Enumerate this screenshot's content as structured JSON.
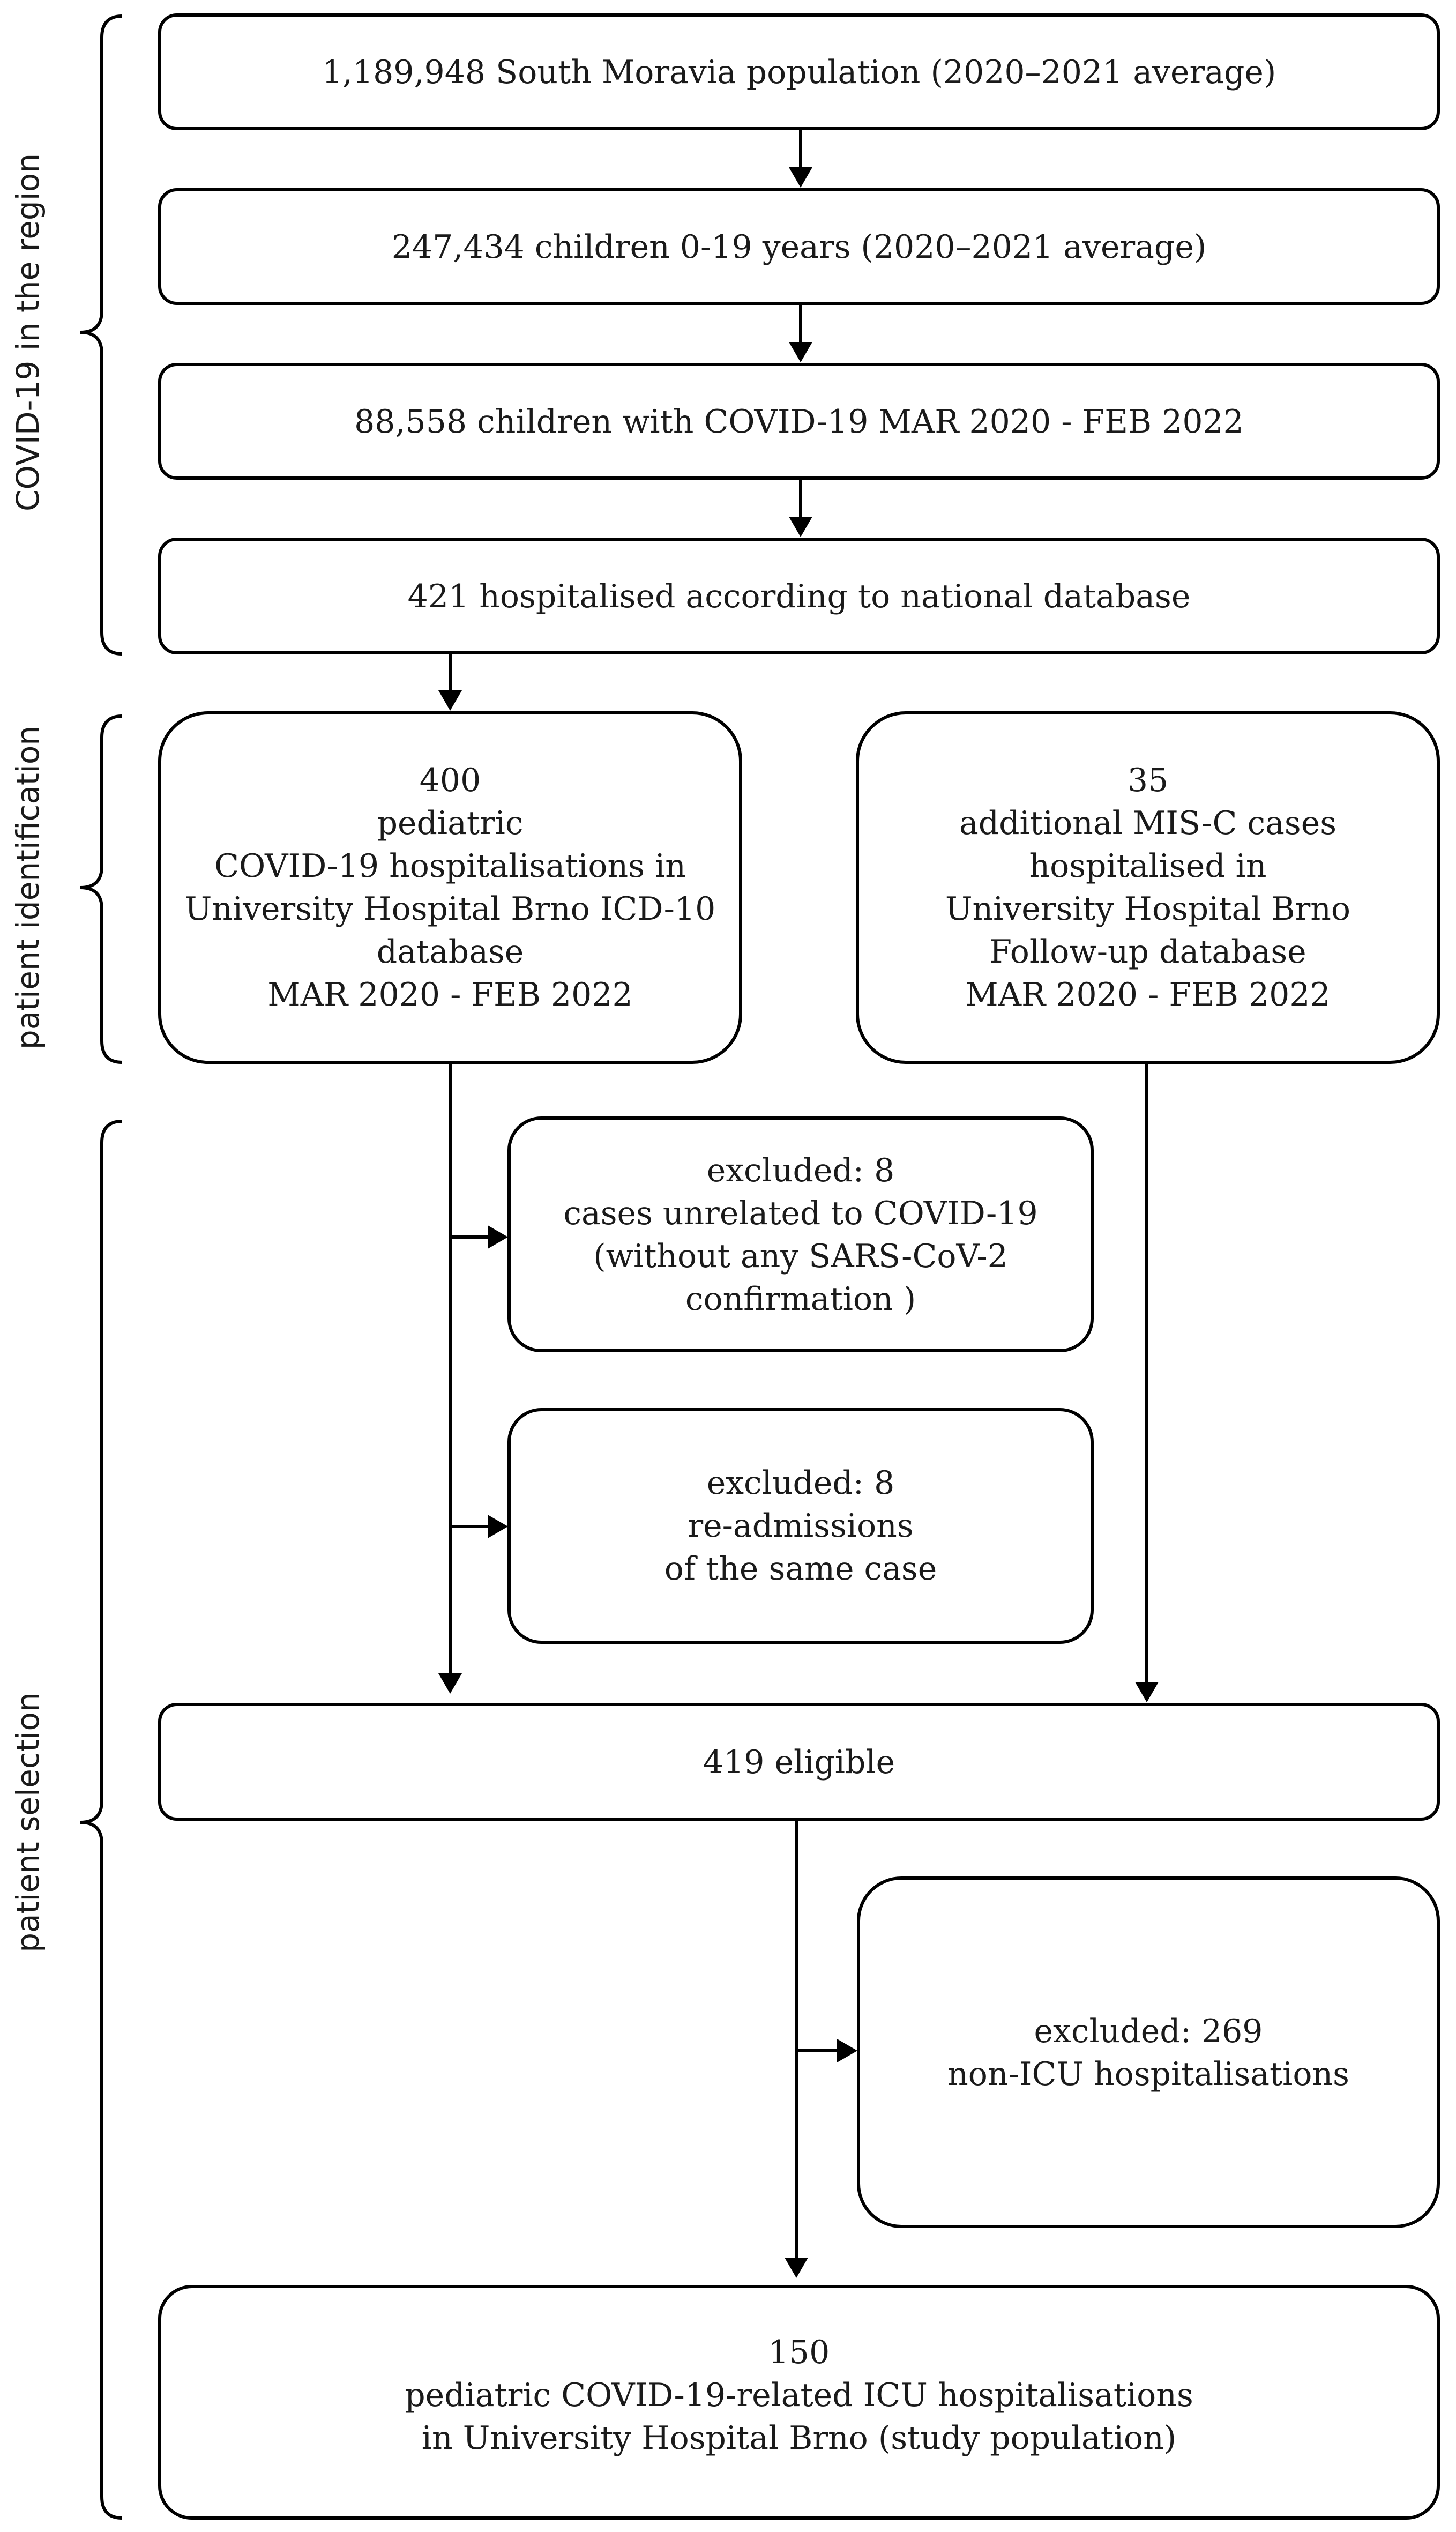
{
  "sections": [
    {
      "id": "region",
      "label": "COVID-19 in the region"
    },
    {
      "id": "identification",
      "label": "patient identification"
    },
    {
      "id": "selection",
      "label": "patient selection"
    }
  ],
  "boxes": {
    "population": {
      "lines": [
        "1,189,948 South Moravia population (2020–2021 average)"
      ]
    },
    "children": {
      "lines": [
        "247,434 children 0-19 years (2020–2021 average)"
      ]
    },
    "covid_children": {
      "lines": [
        "88,558 children with COVID-19 MAR 2020 - FEB 2022"
      ]
    },
    "hospitalised": {
      "lines": [
        "421 hospitalised according to national database"
      ]
    },
    "icd10": {
      "lines": [
        "400",
        "pediatric",
        "COVID-19 hospitalisations in",
        "University Hospital Brno ICD-10",
        "database",
        "MAR 2020 - FEB 2022"
      ]
    },
    "misc": {
      "lines": [
        "35",
        "additional MIS-C cases",
        "hospitalised in",
        "University Hospital Brno",
        "Follow-up database",
        "MAR 2020 - FEB 2022"
      ]
    },
    "excluded_unrelated": {
      "lines": [
        "excluded: 8",
        "cases unrelated to COVID-19",
        "(without any SARS-CoV-2",
        "confirmation )"
      ]
    },
    "excluded_readmissions": {
      "lines": [
        "excluded: 8",
        "re-admissions",
        "of the same case"
      ]
    },
    "eligible": {
      "lines": [
        "419 eligible"
      ]
    },
    "excluded_non_icu": {
      "lines": [
        "excluded: 269",
        "non-ICU hospitalisations"
      ]
    },
    "study_population": {
      "lines": [
        "150",
        "pediatric COVID-19-related ICU hospitalisations",
        "in University Hospital Brno (study population)"
      ]
    }
  }
}
